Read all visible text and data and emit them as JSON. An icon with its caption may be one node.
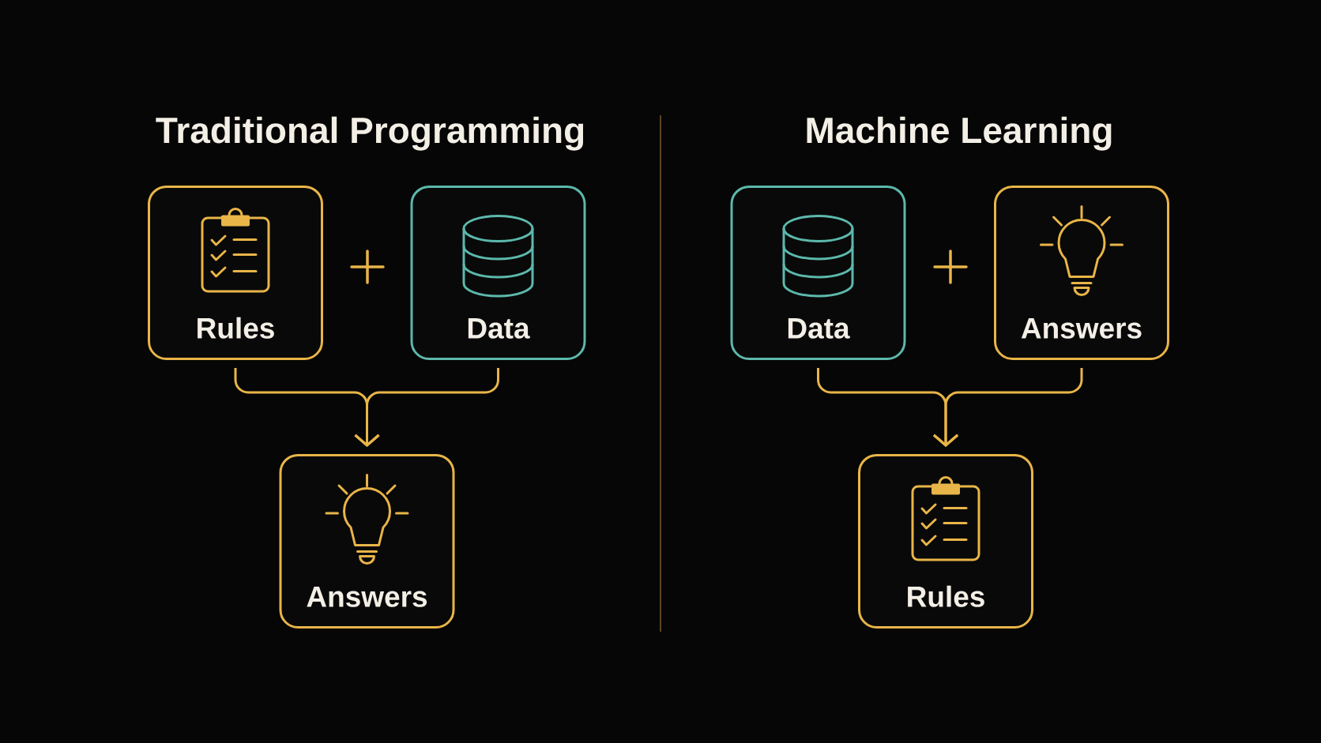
{
  "diagram": {
    "nodes": [
      {
        "text": [
          "Rules"
        ]
      },
      {
        "text": [
          "Data"
        ]
      },
      {
        "text": [
          "Answers"
        ]
      },
      {
        "text": [
          "Data"
        ]
      },
      {
        "text": [
          "Answers"
        ]
      },
      {
        "text": [
          "Rules"
        ]
      }
    ],
    "edges": [
      {
        "from": 0,
        "to": 2,
        "arrow": "to"
      },
      {
        "from": 1,
        "to": 2,
        "arrow": "to"
      },
      {
        "from": 3,
        "to": 5,
        "arrow": "to"
      },
      {
        "from": 4,
        "to": 5,
        "arrow": "to"
      }
    ],
    "labels": [
      "Traditional Programming",
      "Machine Learning"
    ]
  }
}
